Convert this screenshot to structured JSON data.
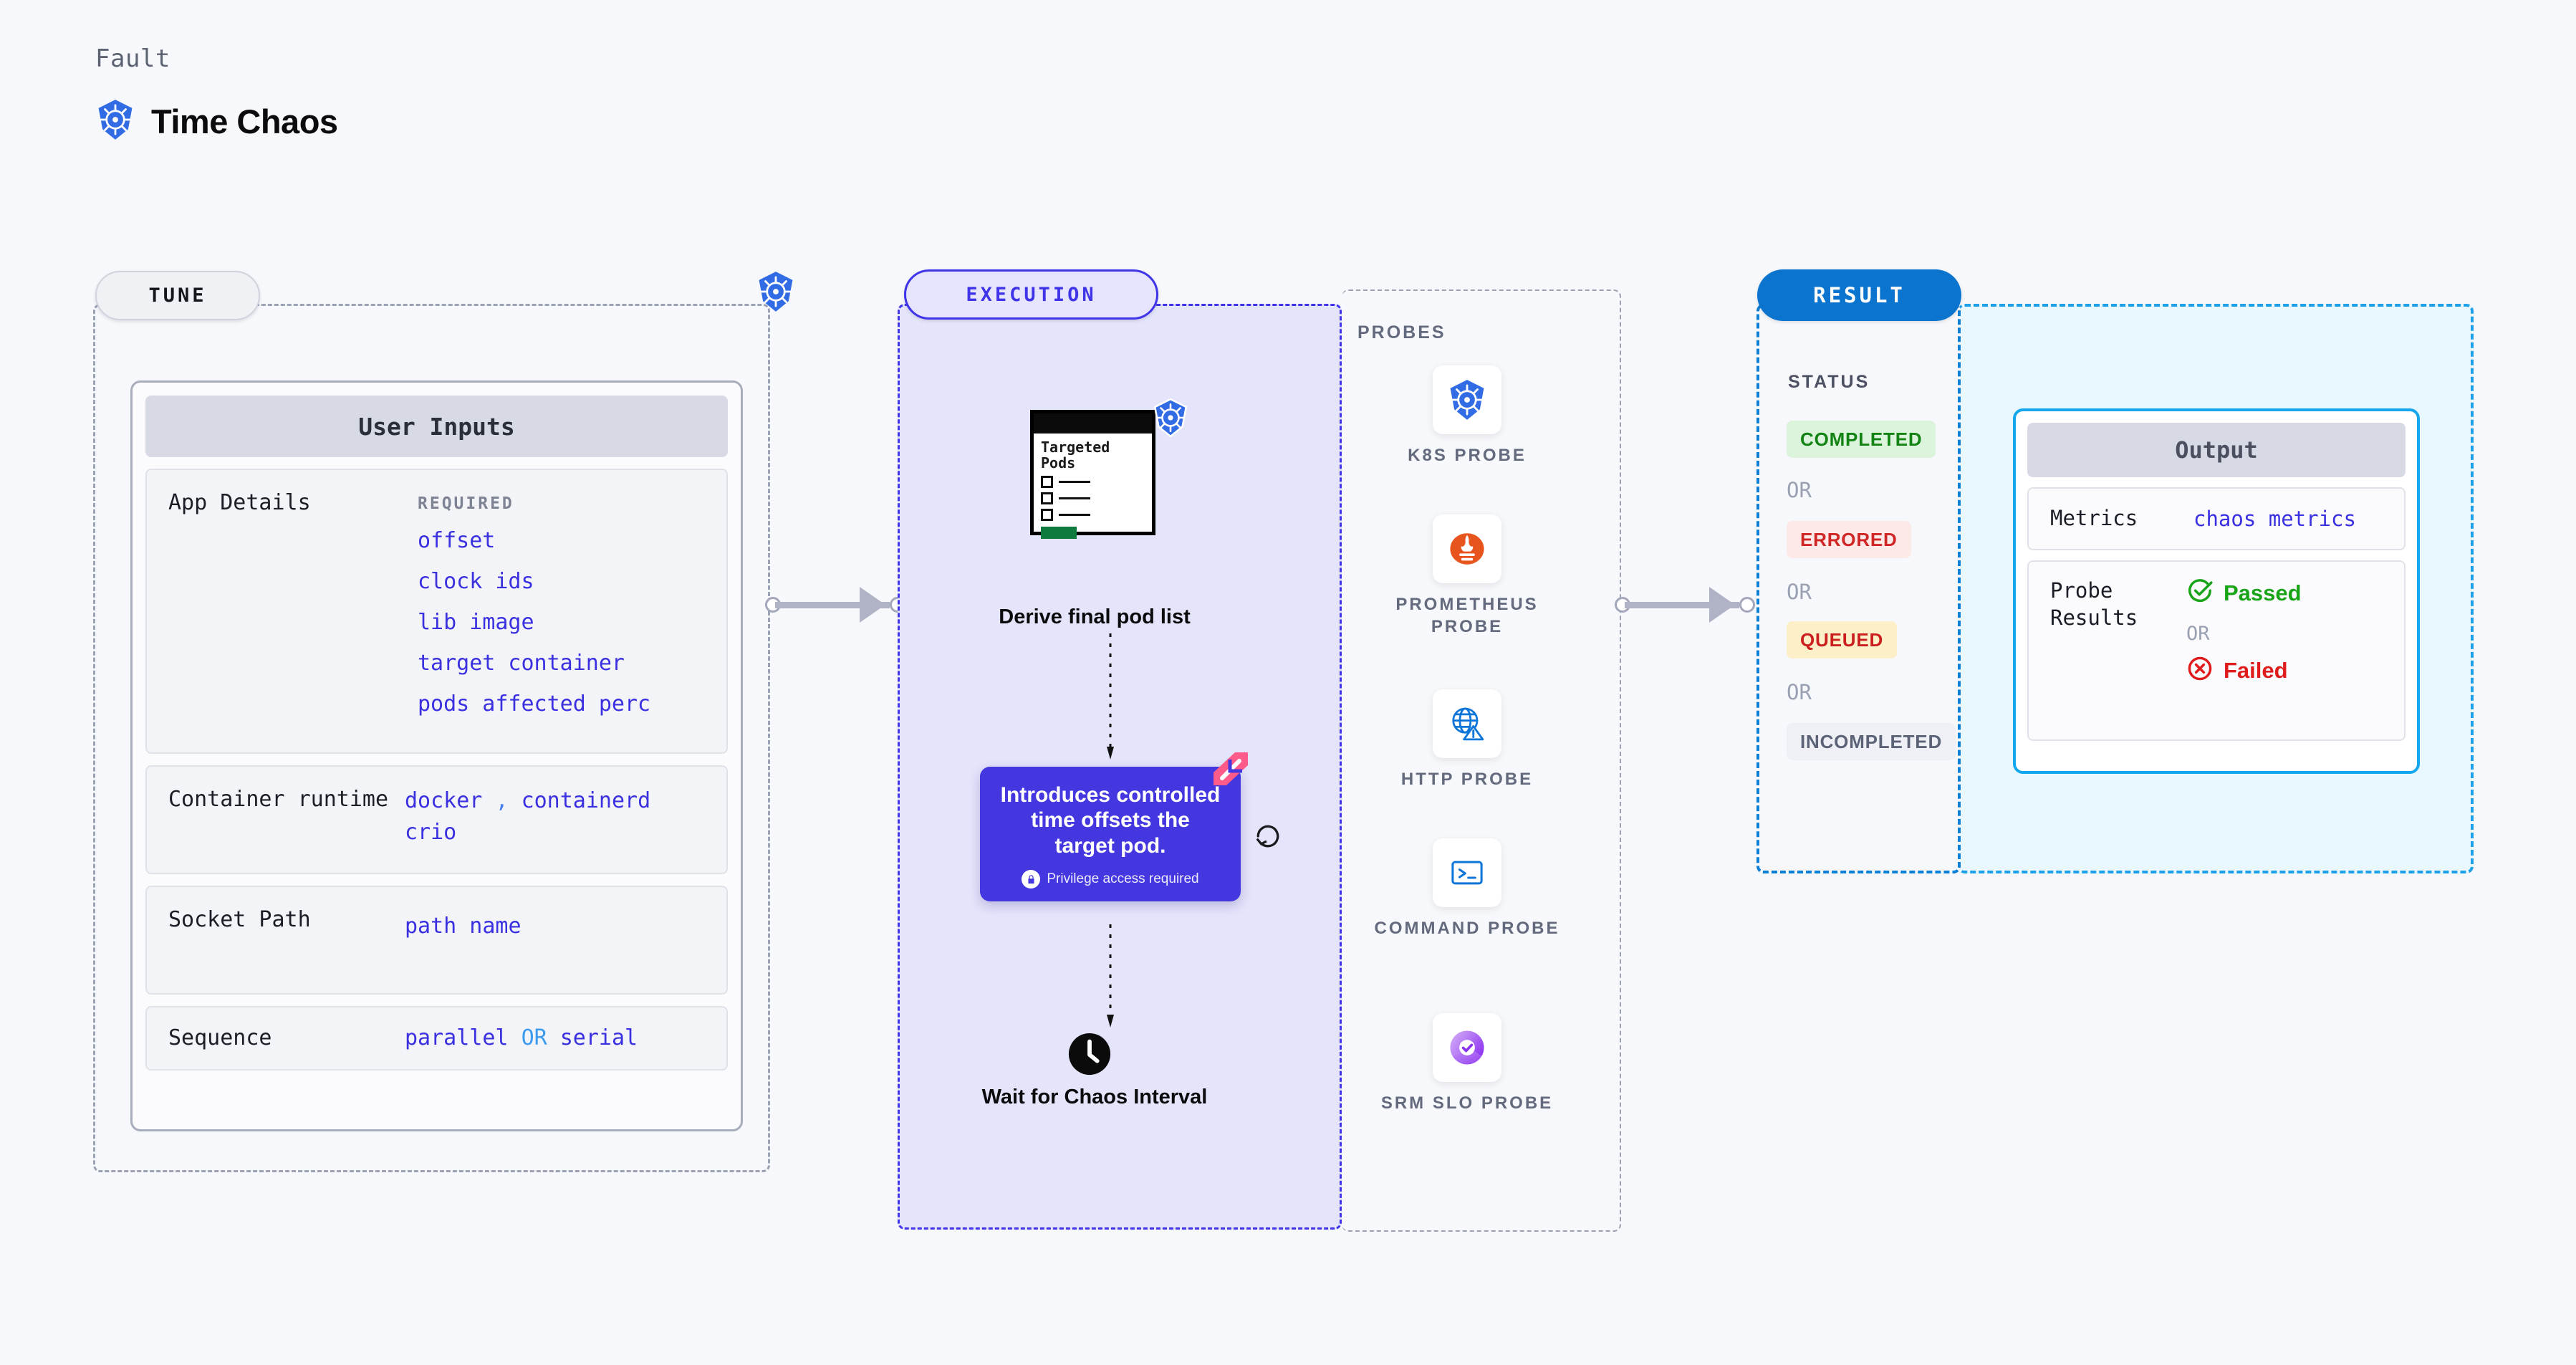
{
  "header": {
    "eyebrow": "Fault",
    "title": "Time Chaos",
    "icon": "kubernetes-icon"
  },
  "stages": {
    "tune": {
      "pill_label": "TUNE",
      "badge_icon": "kubernetes-icon"
    },
    "execution": {
      "pill_label": "EXECUTION"
    },
    "result": {
      "pill_label": "RESULT"
    }
  },
  "user_inputs": {
    "panel_title": "User Inputs",
    "fields": [
      {
        "key": "App Details",
        "required_label": "REQUIRED",
        "values": [
          "offset",
          "clock ids",
          "lib image",
          "target container",
          "pods affected perc"
        ]
      },
      {
        "key": "Container runtime",
        "values": [
          "docker",
          ",",
          "containerd",
          "crio"
        ]
      },
      {
        "key": "Socket Path",
        "values": [
          "path name"
        ]
      },
      {
        "key": "Sequence",
        "values": [
          "parallel",
          "OR",
          "serial"
        ]
      }
    ]
  },
  "execution": {
    "pod_card": {
      "title": "Targeted Pods",
      "badge_icon": "kubernetes-icon",
      "checkbox_count": 3
    },
    "derive_label": "Derive final pod list",
    "tooltip": {
      "text": "Introduces controlled time offsets the target pod.",
      "note": "Privilege access required",
      "note_icon": "lock-icon",
      "badge_icon": "harness-icon",
      "side_icon": "refresh-icon",
      "color": "#4437e0"
    },
    "wait_step": {
      "icon": "clock-icon",
      "label": "Wait for Chaos Interval"
    }
  },
  "probes": {
    "title": "PROBES",
    "items": [
      {
        "label": "K8S PROBE",
        "icon": "kubernetes-icon"
      },
      {
        "label": "PROMETHEUS PROBE",
        "icon": "prometheus-icon"
      },
      {
        "label": "HTTP PROBE",
        "icon": "http-globe-icon"
      },
      {
        "label": "COMMAND PROBE",
        "icon": "terminal-icon"
      },
      {
        "label": "SRM SLO PROBE",
        "icon": "srm-slo-icon"
      }
    ]
  },
  "result": {
    "status_title": "STATUS",
    "or_label": "OR",
    "statuses": [
      {
        "label": "COMPLETED",
        "bg": "#dcf4dc",
        "fg": "#138313"
      },
      {
        "label": "ERRORED",
        "bg": "#fdeae8",
        "fg": "#cf2525"
      },
      {
        "label": "QUEUED",
        "bg": "#fdefc8",
        "fg": "#cb1f1f"
      },
      {
        "label": "INCOMPLETED",
        "bg": "#eef0f5",
        "fg": "#5c6377"
      }
    ]
  },
  "output": {
    "panel_title": "Output",
    "rows": [
      {
        "key": "Metrics",
        "value": "chaos metrics"
      },
      {
        "key": "Probe Results",
        "pass_label": "Passed",
        "pass_icon": "check-circle-icon",
        "or_label": "OR",
        "fail_label": "Failed",
        "fail_icon": "x-circle-icon"
      }
    ]
  }
}
